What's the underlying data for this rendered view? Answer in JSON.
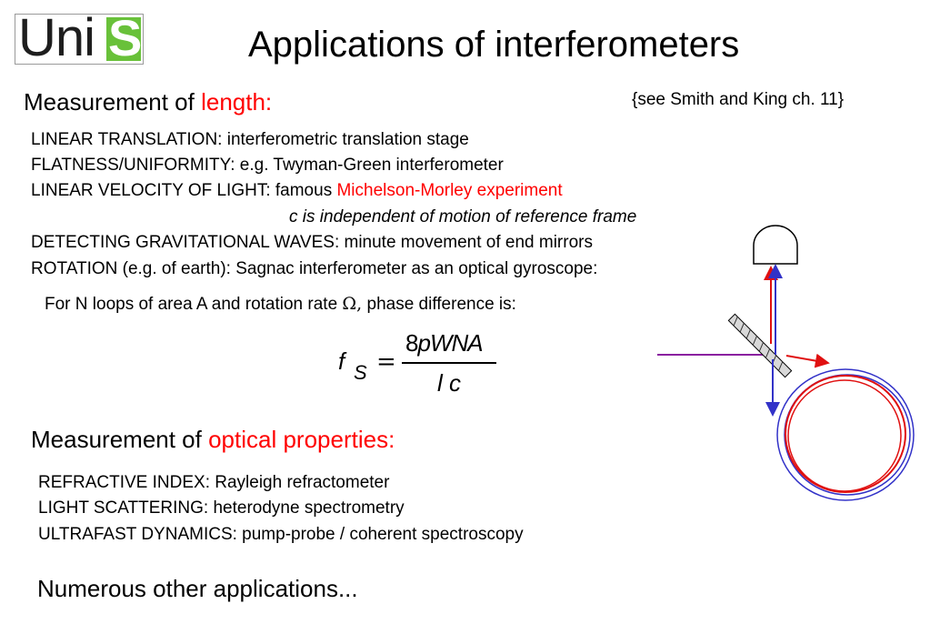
{
  "logo": {
    "uni": "Uni",
    "s": "S"
  },
  "title": "Applications of interferometers",
  "reference": "{see Smith and King ch. 11}",
  "length_section": {
    "heading_prefix": "Measurement of ",
    "heading_highlight": "length:",
    "items": [
      "LINEAR TRANSLATION: interferometric translation stage",
      "FLATNESS/UNIFORMITY: e.g. Twyman-Green interferometer"
    ],
    "velocity_prefix": "LINEAR VELOCITY OF LIGHT: famous ",
    "velocity_highlight": "Michelson-Morley experiment",
    "velocity_note": "c is independent of motion of reference frame",
    "items2": [
      "DETECTING GRAVITATIONAL WAVES: minute movement of end mirrors",
      "ROTATION (e.g. of earth): Sagnac interferometer as an optical gyroscope:"
    ],
    "sagnac_prefix": "For N loops of area A and rotation rate ",
    "sagnac_symbol": "Ω,",
    "sagnac_suffix": " phase difference is:"
  },
  "formula": {
    "lhs": "f",
    "lhs_sub": "S",
    "eq": "=",
    "numerator_8": "8",
    "numerator_p": "p",
    "numerator_rest": "WNA",
    "denominator": "l c"
  },
  "optical_section": {
    "heading_prefix": "Measurement of ",
    "heading_highlight": "optical properties:",
    "items": [
      "REFRACTIVE INDEX: Rayleigh refractometer",
      "LIGHT SCATTERING: heterodyne spectrometry",
      "ULTRAFAST DYNAMICS: pump-probe / coherent spectroscopy"
    ]
  },
  "closing": "Numerous other applications...",
  "colors": {
    "accent": "#ff0000",
    "logo_green": "#69c13a",
    "beam_purple": "#8a1ea0",
    "beam_blue": "#3232c8"
  }
}
